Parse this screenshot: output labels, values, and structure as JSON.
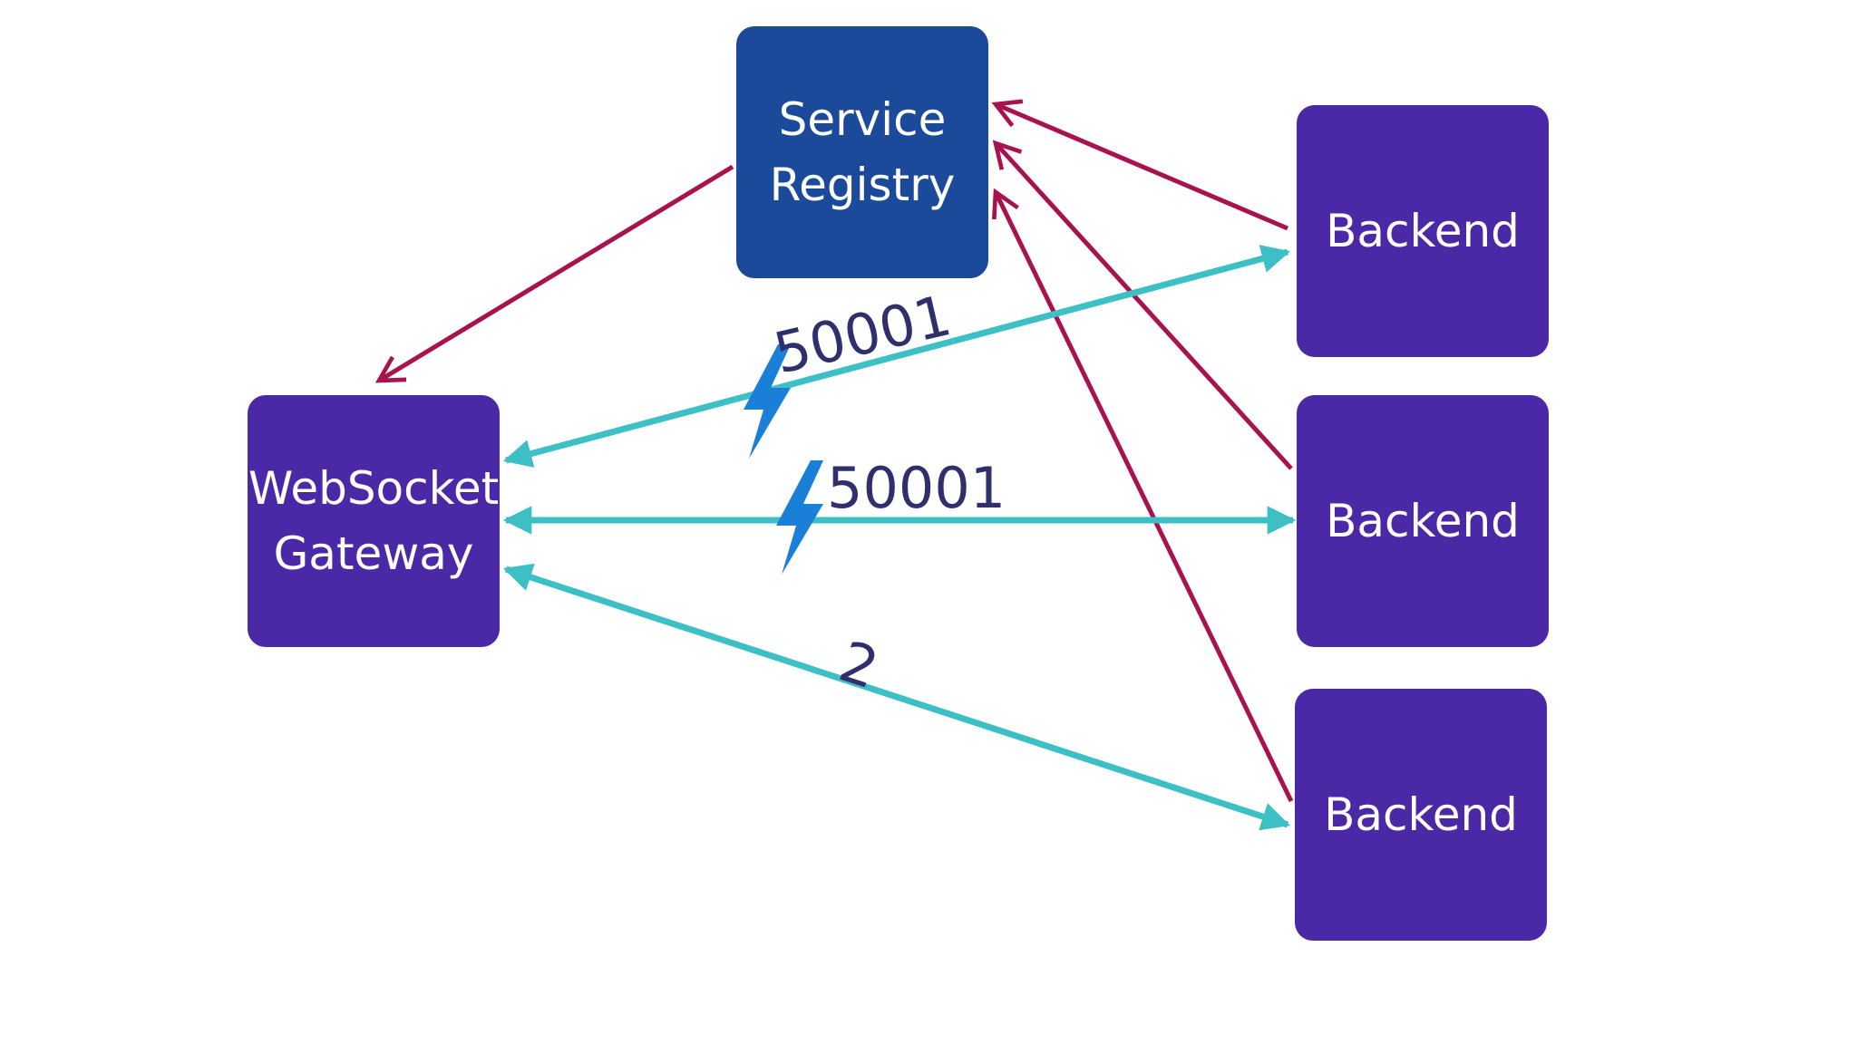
{
  "colors": {
    "registry_fill": "#1b4a9a",
    "node_fill": "#4b28a6",
    "registration_arrow": "#a8124f",
    "connection_arrow": "#3dbfc6",
    "bolt": "#1a7fd6",
    "label_text": "#2f2f6e"
  },
  "nodes": {
    "registry": {
      "line1": "Service",
      "line2": "Registry"
    },
    "gateway": {
      "line1": "WebSocket",
      "line2": "Gateway"
    },
    "backend_1": {
      "label": "Backend"
    },
    "backend_2": {
      "label": "Backend"
    },
    "backend_3": {
      "label": "Backend"
    }
  },
  "connections": {
    "to_backend_1": {
      "label": "50001",
      "icon": "lightning-bolt-icon"
    },
    "to_backend_2": {
      "label": "50001",
      "icon": "lightning-bolt-icon"
    },
    "to_backend_3": {
      "label": "2"
    }
  }
}
